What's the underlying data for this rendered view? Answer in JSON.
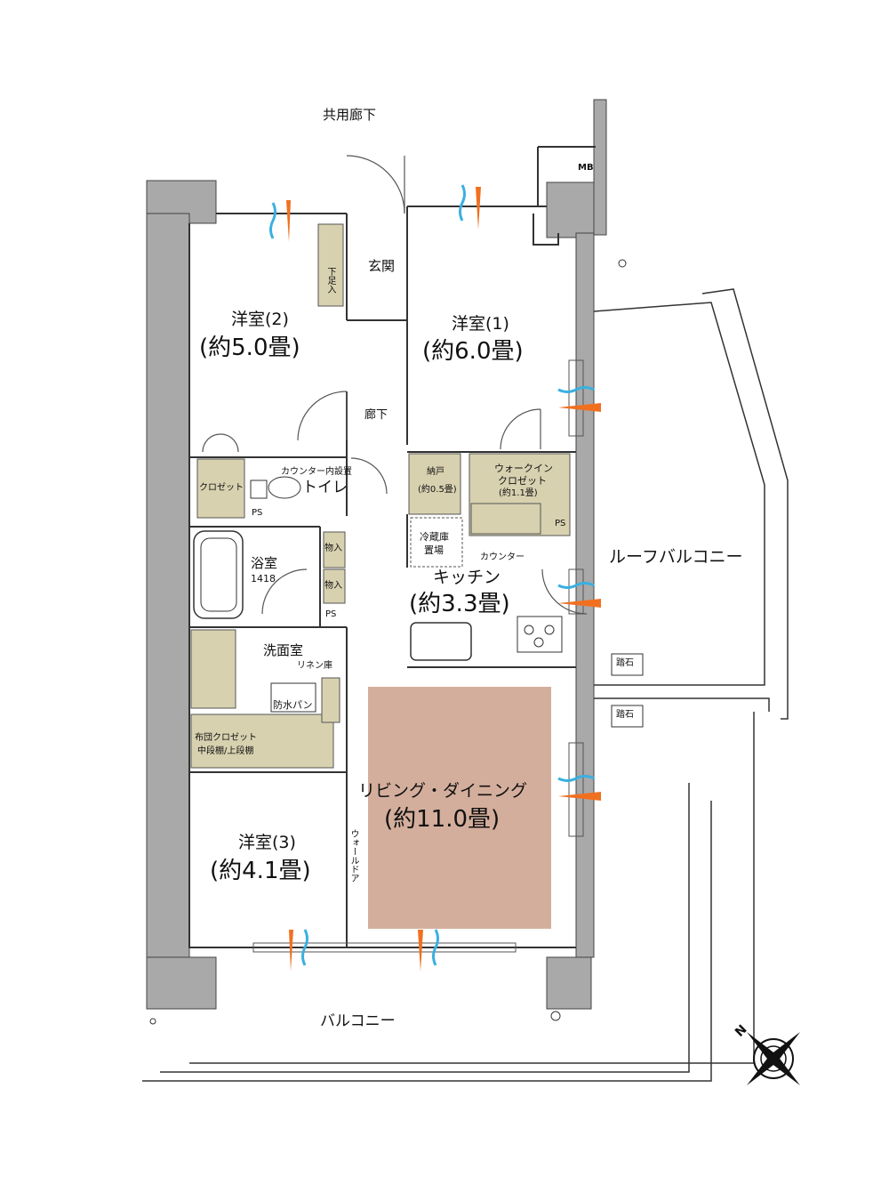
{
  "labels": {
    "corridor_shared": "共用廊下",
    "mb": "MB",
    "entrance": "玄関",
    "shoe_box": "下足入",
    "room2_name": "洋室(2)",
    "room2_area": "(約5.0畳)",
    "room1_name": "洋室(1)",
    "room1_area": "(約6.0畳)",
    "hallway": "廊下",
    "closet": "クロゼット",
    "counter_built_in": "カウンター内設置",
    "toilet": "トイレ",
    "ps": "PS",
    "storage_nando": "納戸",
    "storage_nando_area": "(約0.5畳)",
    "walk_in_closet_1": "ウォークイン",
    "walk_in_closet_2": "クロゼット",
    "walk_in_closet_area": "(約1.1畳)",
    "bathroom": "浴室",
    "bath_size": "1418",
    "storage_in": "物入",
    "fridge_1": "冷蔵庫",
    "fridge_2": "置場",
    "counter": "カウンター",
    "kitchen_name": "キッチン",
    "kitchen_area": "(約3.3畳)",
    "roof_balcony": "ルーフバルコニー",
    "stepping_stone": "踏石",
    "washroom": "洗面室",
    "linen": "リネン庫",
    "waterproof_pan": "防水パン",
    "futon_closet_1": "布団クロゼット",
    "futon_closet_2": "中段棚/上段棚",
    "living_name": "リビング・ダイニング",
    "living_area": "(約11.0畳)",
    "wall_door": "ウォールドア",
    "room3_name": "洋室(3)",
    "room3_area": "(約4.1畳)",
    "balcony": "バルコニー",
    "north": "N"
  },
  "colors": {
    "wall": "#a9a9a9",
    "storage": "#d8d1b0",
    "living_floor": "#d4ae9c",
    "vent_blue": "#3ab0e0",
    "vent_orange": "#f07020"
  }
}
